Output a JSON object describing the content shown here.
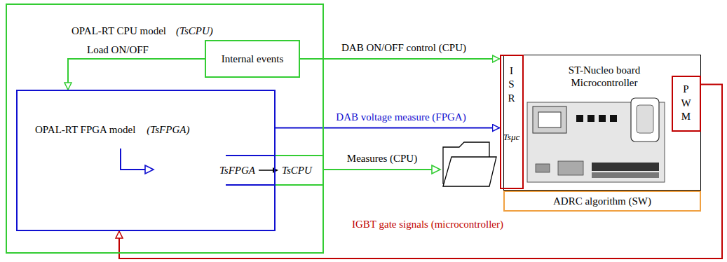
{
  "diagram": {
    "nodes": [
      {
        "text": [
          "OPAL-RT CPU model",
          "(TsCPU)"
        ]
      },
      {
        "text": [
          "Internal events"
        ],
        "in": 0
      },
      {
        "text": [
          "OPAL-RT FPGA model",
          "(TsFPGA)"
        ],
        "in": 0
      },
      {
        "text": [
          "ST-Nucleo board Microcontroller"
        ]
      },
      {
        "text": [
          "I S R",
          "Tsμc"
        ],
        "in": 3
      },
      {
        "text": [
          "P W M"
        ],
        "in": 3
      },
      {
        "text": [
          "ADRC algorithm (SW)"
        ]
      }
    ],
    "edges": [
      {
        "from": 1,
        "to": 2,
        "arrow": "to",
        "label": "Load ON/OFF"
      },
      {
        "from": 1,
        "to": 4,
        "arrow": "to",
        "label": "DAB ON/OFF control (CPU)"
      },
      {
        "from": 2,
        "to": 4,
        "arrow": "to",
        "label": "DAB voltage measure (FPGA)"
      },
      {
        "from": 5,
        "to": 2,
        "arrow": "to",
        "label": "IGBT gate signals (microcontroller)"
      }
    ],
    "labels": [
      "Measures (CPU)",
      "TsFPGA",
      "TsCPU"
    ]
  }
}
